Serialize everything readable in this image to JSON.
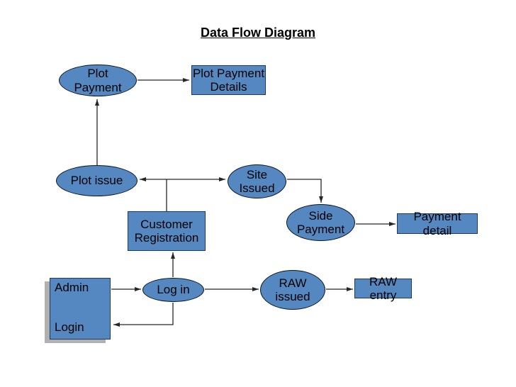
{
  "title": "Data Flow Diagram",
  "colors": {
    "background": "#ffffff",
    "node_fill": "#5587c1",
    "ellipse_border": "#0c1624",
    "rect_border": "#1d3a63",
    "line": "#262626",
    "shadow": "#b0b0b0",
    "text": "#000000"
  },
  "diagram": {
    "nodes": [
      {
        "id": "plot-payment",
        "shape": "ellipse",
        "label": "Plot\nPayment"
      },
      {
        "id": "plot-payment-details",
        "shape": "rect",
        "label": "Plot Payment\nDetails"
      },
      {
        "id": "plot-issue",
        "shape": "ellipse",
        "label": "Plot issue"
      },
      {
        "id": "site-issued",
        "shape": "ellipse",
        "label": "Site\nIssued"
      },
      {
        "id": "side-payment",
        "shape": "ellipse",
        "label": "Side\nPayment"
      },
      {
        "id": "payment-detail",
        "shape": "rect",
        "label": "Payment detail"
      },
      {
        "id": "customer-registration",
        "shape": "rect",
        "label": "Customer\nRegistration"
      },
      {
        "id": "admin-login",
        "shape": "rect",
        "label": "Admin",
        "sublabel": "Login"
      },
      {
        "id": "log-in",
        "shape": "ellipse",
        "label": "Log in"
      },
      {
        "id": "raw-issued",
        "shape": "ellipse",
        "label": "RAW\nissued"
      },
      {
        "id": "raw-entry",
        "shape": "rect",
        "label": "RAW entry"
      }
    ],
    "edges": [
      {
        "from": "plot-payment",
        "to": "plot-payment-details"
      },
      {
        "from": "plot-issue",
        "to": "plot-payment"
      },
      {
        "from": "customer-registration",
        "to": "plot-issue"
      },
      {
        "from": "customer-registration",
        "to": "site-issued"
      },
      {
        "from": "site-issued",
        "to": "side-payment"
      },
      {
        "from": "side-payment",
        "to": "payment-detail"
      },
      {
        "from": "log-in",
        "to": "customer-registration"
      },
      {
        "from": "admin-login",
        "to": "log-in"
      },
      {
        "from": "log-in",
        "to": "raw-issued"
      },
      {
        "from": "raw-issued",
        "to": "raw-entry"
      },
      {
        "from": "log-in",
        "to": "admin-login"
      }
    ]
  }
}
